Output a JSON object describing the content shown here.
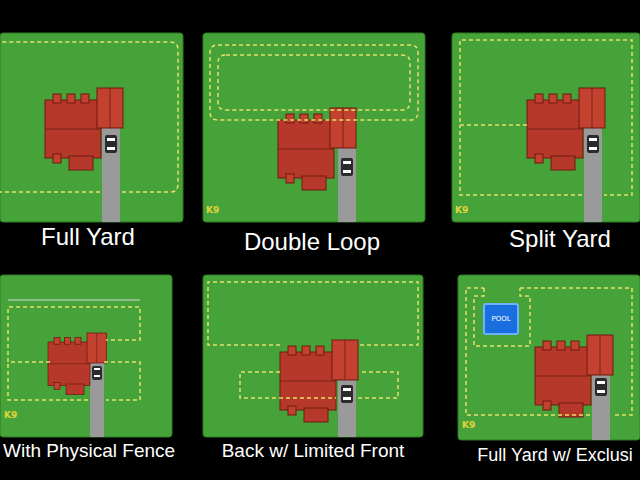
{
  "diagram": {
    "nodes": [
      {
        "text": [
          "Full Yard"
        ]
      },
      {
        "text": [
          "Double Loop"
        ]
      },
      {
        "text": [
          "Split Yard"
        ]
      },
      {
        "text": [
          "With Physical Fence"
        ]
      },
      {
        "text": [
          "Back w/ Limited Front"
        ]
      },
      {
        "text": [
          "Full Yard w/ Exclusi"
        ]
      },
      {
        "text": [
          "POOL"
        ],
        "in": 5
      }
    ],
    "labels": [
      "K9",
      "K9",
      "K9",
      "K9"
    ]
  }
}
